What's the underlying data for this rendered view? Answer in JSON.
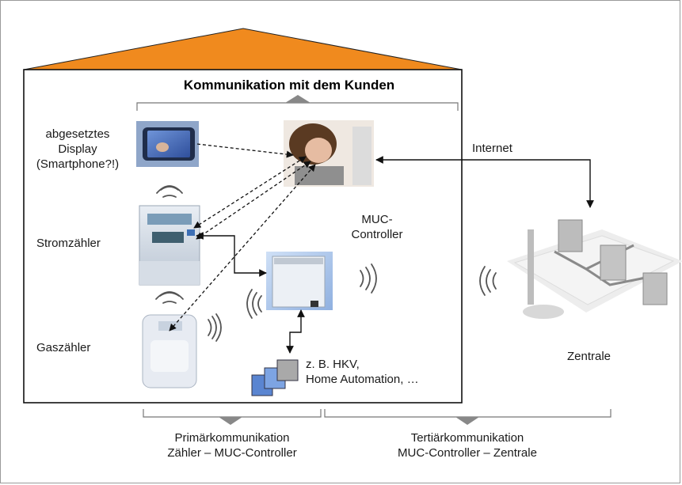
{
  "title": "Kommunikation mit dem Kunden",
  "labels": {
    "display": "abgesetztes\nDisplay\n(Smartphone?!)",
    "strom": "Stromzähler",
    "gas": "Gaszähler",
    "muc": "MUC-\nController",
    "internet": "Internet",
    "zentrale": "Zentrale",
    "hkv": "z. B. HKV,\nHome Automation, …",
    "primaer": "Primärkommunikation\nZähler – MUC-Controller",
    "tertiaer": "Tertiärkommunikation\nMUC-Controller – Zentrale"
  },
  "colors": {
    "roof": "#f08a1e",
    "border": "#111111",
    "bracket": "#777777",
    "arrow": "#111111"
  },
  "icons": [
    "smartphone-icon",
    "woman-laptop-photo",
    "electricity-meter-icon",
    "gas-meter-icon",
    "muc-controller-device",
    "server-network-icon",
    "wireless-signal-icon",
    "hkv-devices-icon"
  ]
}
